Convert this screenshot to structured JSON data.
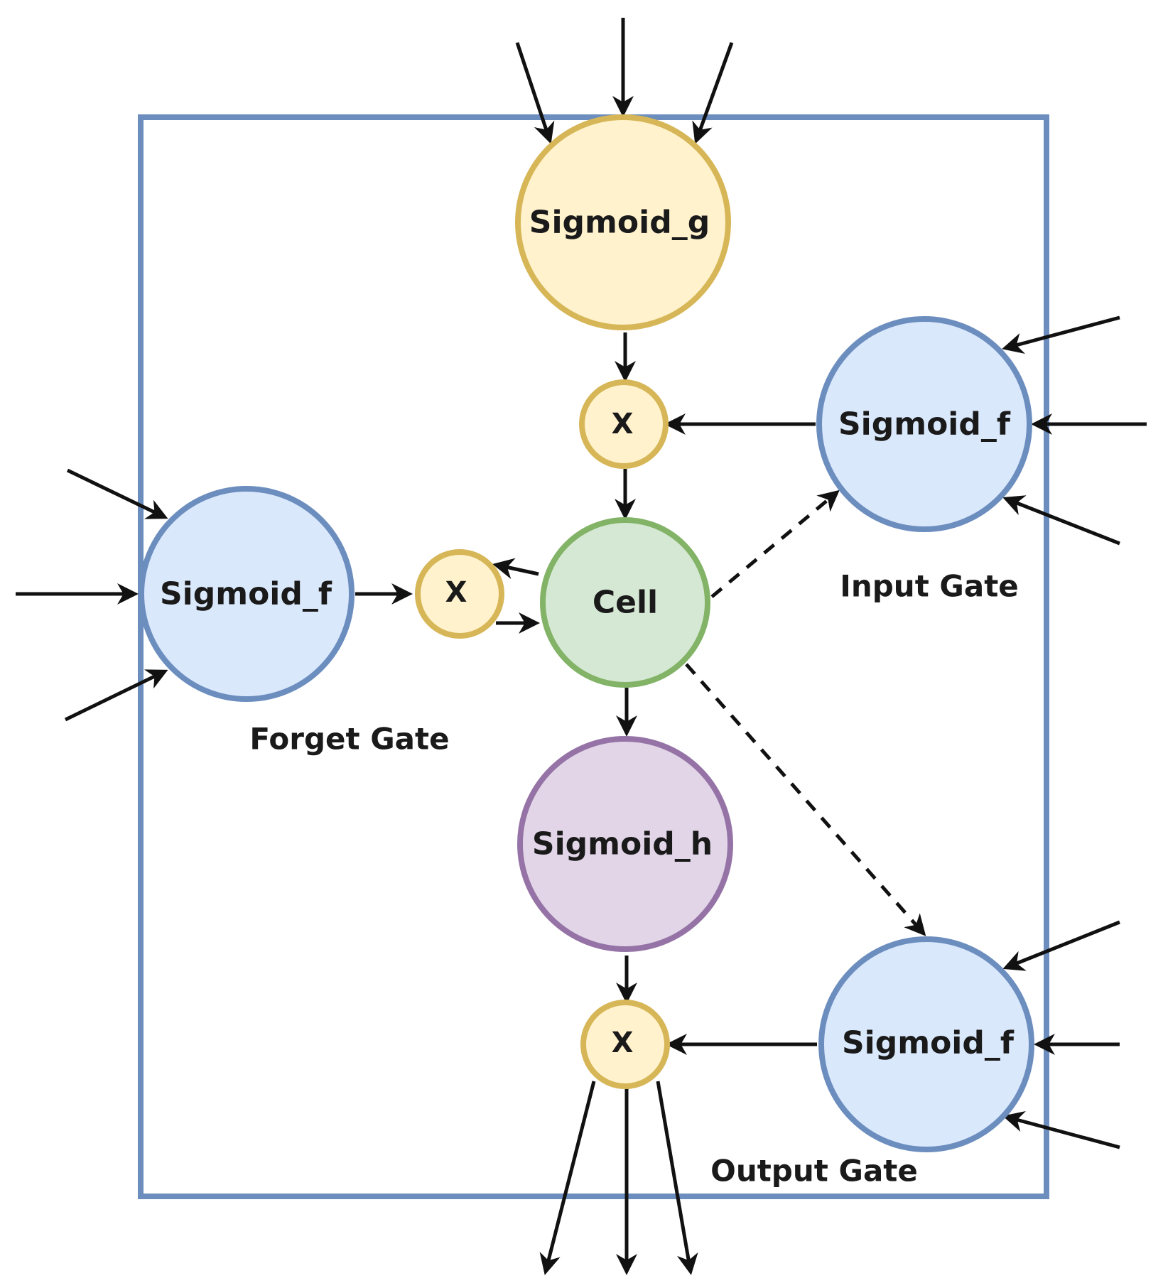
{
  "nodes": {
    "sigmoid_g": {
      "label": "Sigmoid_g"
    },
    "input_gate": {
      "label": "Sigmoid_f"
    },
    "forget_gate": {
      "label": "Sigmoid_f"
    },
    "cell": {
      "label": "Cell"
    },
    "sigmoid_h": {
      "label": "Sigmoid_h"
    },
    "output_gate": {
      "label": "Sigmoid_f"
    },
    "mult_top": {
      "label": "X"
    },
    "mult_left": {
      "label": "X"
    },
    "mult_bottom": {
      "label": "X"
    }
  },
  "gate_labels": {
    "input": "Input Gate",
    "forget": "Forget Gate",
    "output": "Output Gate"
  },
  "colors": {
    "frame": "#6c8ebf",
    "yellow_fill": "#fff2cc",
    "yellow_stroke": "#d6b656",
    "blue_fill": "#dae8fc",
    "blue_stroke": "#6c8ebf",
    "green_fill": "#d5e8d4",
    "green_stroke": "#82b366",
    "purple_fill": "#e1d5e7",
    "purple_stroke": "#9673a6"
  }
}
